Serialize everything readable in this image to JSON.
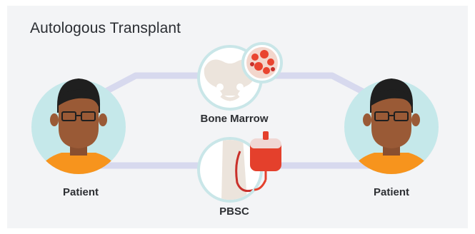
{
  "title": "Autologous Transplant",
  "nodes": {
    "patient_left": {
      "label": "Patient"
    },
    "bone_marrow": {
      "label": "Bone Marrow"
    },
    "pbsc": {
      "label": "PBSC"
    },
    "patient_right": {
      "label": "Patient"
    }
  },
  "colors": {
    "background": "#f3f4f6",
    "connector": "#d7d9ee",
    "avatar_circle": "#c5e8ea",
    "skin": "#9a5a36",
    "hair": "#1f1f1f",
    "shirt": "#f7941d",
    "bone": "#ece4dc",
    "marrow": "#e9442f",
    "blood_bag": "#e4402c",
    "text": "#2d2f33"
  }
}
